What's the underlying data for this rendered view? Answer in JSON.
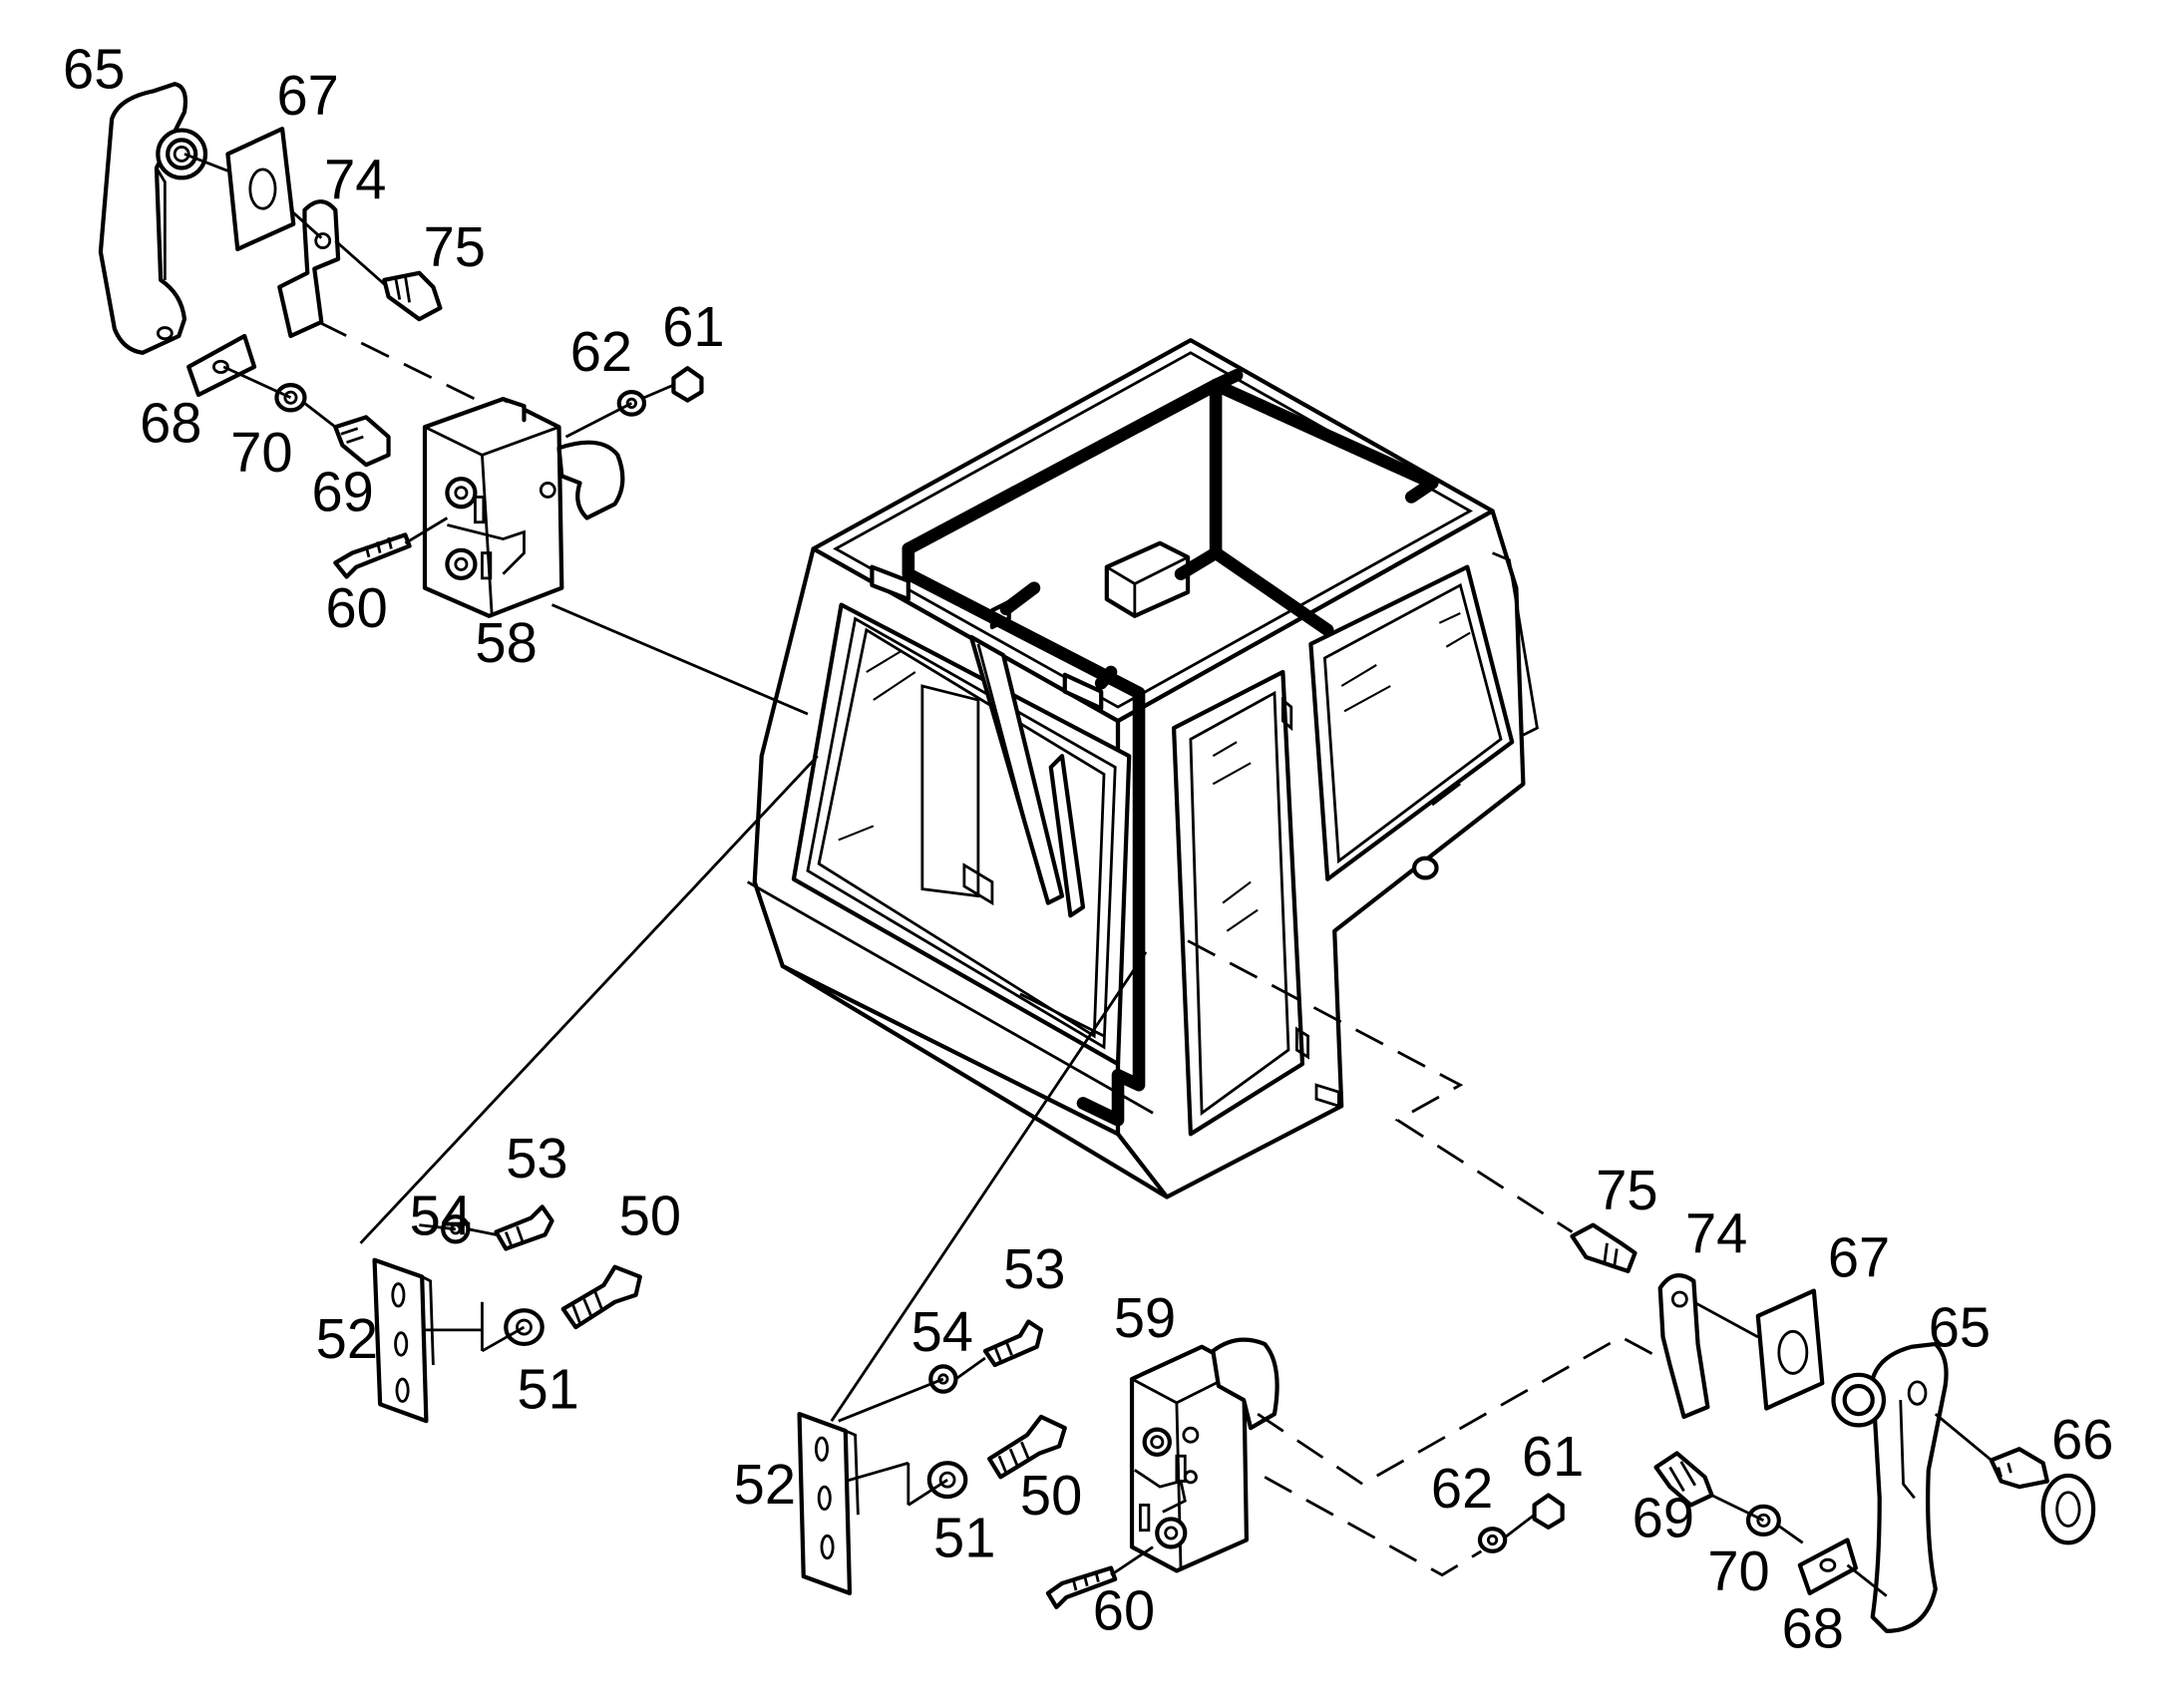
{
  "callouts": [
    {
      "id": "c1",
      "text": "65"
    },
    {
      "id": "c2",
      "text": "67"
    },
    {
      "id": "c3",
      "text": "74"
    },
    {
      "id": "c4",
      "text": "75"
    },
    {
      "id": "c5",
      "text": "62"
    },
    {
      "id": "c6",
      "text": "61"
    },
    {
      "id": "c7",
      "text": "68"
    },
    {
      "id": "c8",
      "text": "70"
    },
    {
      "id": "c9",
      "text": "69"
    },
    {
      "id": "c10",
      "text": "60"
    },
    {
      "id": "c11",
      "text": "58"
    },
    {
      "id": "c12",
      "text": "53"
    },
    {
      "id": "c13",
      "text": "54"
    },
    {
      "id": "c14",
      "text": "50"
    },
    {
      "id": "c15",
      "text": "52"
    },
    {
      "id": "c16",
      "text": "51"
    },
    {
      "id": "c17",
      "text": "75"
    },
    {
      "id": "c18",
      "text": "74"
    },
    {
      "id": "c19",
      "text": "67"
    },
    {
      "id": "c20",
      "text": "65"
    },
    {
      "id": "c21",
      "text": "53"
    },
    {
      "id": "c22",
      "text": "59"
    },
    {
      "id": "c23",
      "text": "54"
    },
    {
      "id": "c24",
      "text": "50"
    },
    {
      "id": "c25",
      "text": "52"
    },
    {
      "id": "c26",
      "text": "51"
    },
    {
      "id": "c27",
      "text": "62"
    },
    {
      "id": "c28",
      "text": "61"
    },
    {
      "id": "c29",
      "text": "69"
    },
    {
      "id": "c30",
      "text": "70"
    },
    {
      "id": "c31",
      "text": "66"
    },
    {
      "id": "c32",
      "text": "60"
    },
    {
      "id": "c33",
      "text": "68"
    }
  ]
}
